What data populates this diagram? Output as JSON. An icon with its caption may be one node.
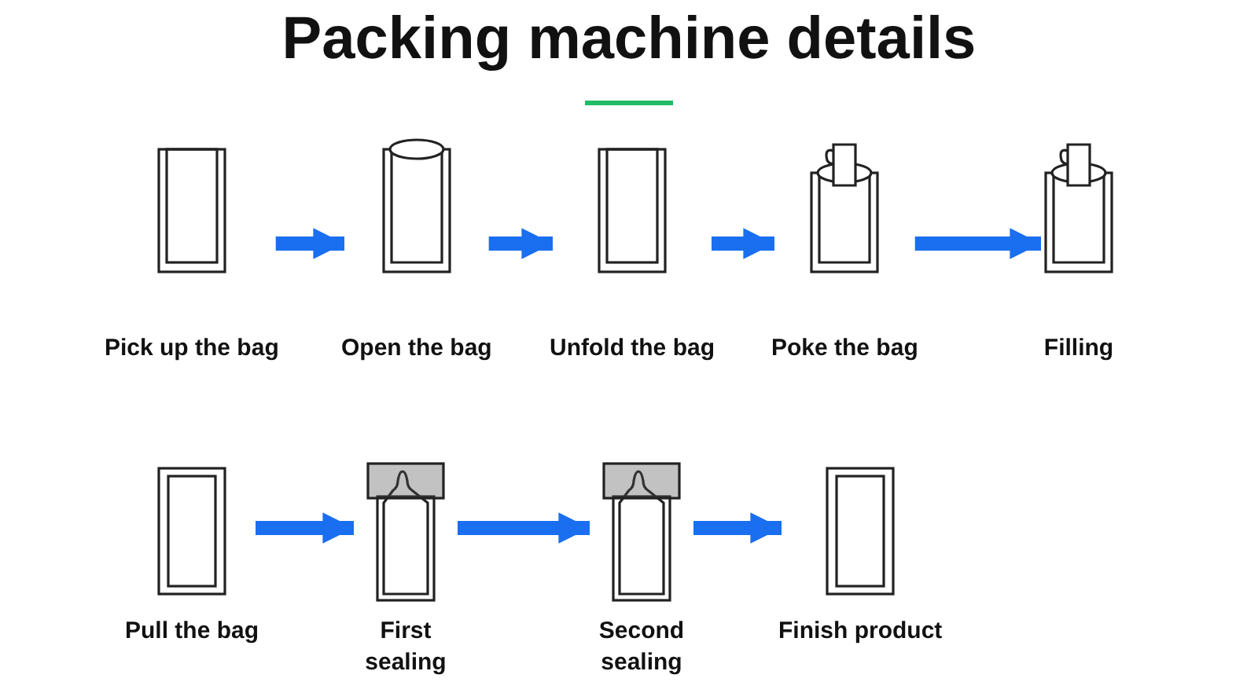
{
  "diagram": {
    "title": "Packing machine details",
    "nodes": [
      {
        "text": [
          "Pick up the bag"
        ]
      },
      {
        "text": [
          "Open the bag"
        ]
      },
      {
        "text": [
          "Unfold the bag"
        ]
      },
      {
        "text": [
          "Poke the bag"
        ]
      },
      {
        "text": [
          "Filling"
        ]
      },
      {
        "text": [
          "Pull the bag"
        ]
      },
      {
        "text": [
          "First sealing"
        ]
      },
      {
        "text": [
          "Second sealing"
        ]
      },
      {
        "text": [
          "Finish product"
        ]
      }
    ],
    "edges": [
      {
        "from": 0,
        "to": 1,
        "arrow": "to"
      },
      {
        "from": 1,
        "to": 2,
        "arrow": "to"
      },
      {
        "from": 2,
        "to": 3,
        "arrow": "to"
      },
      {
        "from": 3,
        "to": 4,
        "arrow": "to"
      },
      {
        "from": 5,
        "to": 6,
        "arrow": "to"
      },
      {
        "from": 6,
        "to": 7,
        "arrow": "to"
      },
      {
        "from": 7,
        "to": 8,
        "arrow": "to"
      }
    ]
  }
}
